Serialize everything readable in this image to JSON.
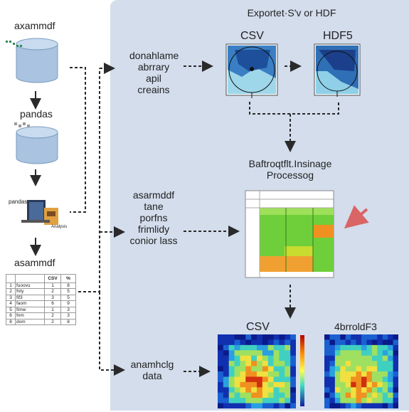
{
  "left_column": {
    "title_1": "axammdf",
    "title_2": "pandas",
    "title_3": "pandas",
    "title_4": "Analysis",
    "title_5": "asammdf",
    "table": {
      "headers": [
        "",
        "",
        "CSV",
        "%"
      ],
      "rows": [
        [
          "1",
          "fuoovu",
          "1",
          "8"
        ],
        [
          "2",
          "fnty",
          "2",
          "5"
        ],
        [
          "3",
          "fif3",
          "3",
          "5"
        ],
        [
          "4",
          "faom",
          "6",
          "9"
        ],
        [
          "5",
          "fimw",
          "1",
          "3"
        ],
        [
          "6",
          "fnm",
          "2",
          "3"
        ],
        [
          "8",
          "dom",
          "2",
          "8"
        ]
      ]
    }
  },
  "middle_column": {
    "label_1": "donahlame\nabrrary\napil creains",
    "label_2": "asarmddf\ntane\nporfns\nfrimlidy\nconior lass",
    "label_3": "anamhclg\ndata"
  },
  "right_panel": {
    "header": "Exportet·Sʹv or HDF",
    "plot_1_title": "CSV",
    "plot_2_title": "HDF5",
    "processing_label": "Baftroqtflt.Insinage\nProcessog",
    "bottom_plot_1_title": "CSV",
    "bottom_plot_2_title": "4brroldF3"
  },
  "colors": {
    "panel_bg": "#d3ddec",
    "db_fill": "#a9c3e0",
    "arrow": "#2a2a2a",
    "highlight_arrow": "#d96565"
  }
}
